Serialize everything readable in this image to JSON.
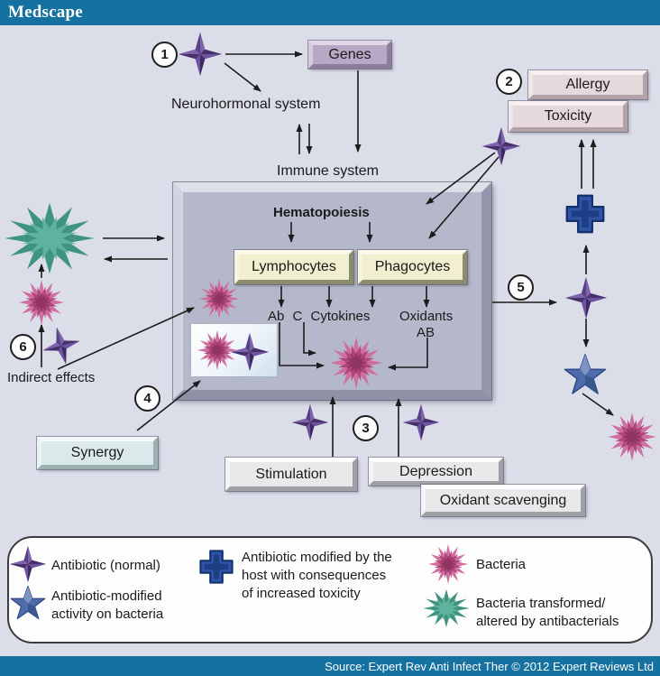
{
  "header": {
    "brand": "Medscape"
  },
  "footer": {
    "source": "Source: Expert Rev Anti Infect Ther © 2012 Expert Reviews Ltd"
  },
  "diagram": {
    "step_markers": {
      "1": "1",
      "2": "2",
      "3": "3",
      "4": "4",
      "5": "5",
      "6": "6"
    },
    "boxes": {
      "genes": "Genes",
      "allergy": "Allergy",
      "toxicity": "Toxicity",
      "lymphocytes": "Lymphocytes",
      "phagocytes": "Phagocytes",
      "synergy": "Synergy",
      "stimulation": "Stimulation",
      "depression": "Depression",
      "oxidant_scavenging": "Oxidant scavenging"
    },
    "labels": {
      "neurohormonal_system": "Neurohormonal system",
      "immune_system": "Immune system",
      "hematopoiesis": "Hematopoiesis",
      "ab_c_cytokines": "Ab C Cytokines",
      "oxidants": "Oxidants",
      "oxidants_ab": "AB",
      "indirect_effects": "Indirect effects"
    }
  },
  "legend": {
    "items": [
      {
        "icon": "antibiotic-normal-star-icon",
        "label": "Antibiotic (normal)"
      },
      {
        "icon": "antibiotic-modified-star-icon",
        "label": "Antibiotic-modified\nactivity on bacteria"
      },
      {
        "icon": "antibiotic-host-modified-cross-icon",
        "label": "Antibiotic modified by the\nhost with consequences\nof increased toxicity"
      },
      {
        "icon": "bacteria-icon",
        "label": "Bacteria"
      },
      {
        "icon": "bacteria-transformed-icon",
        "label": "Bacteria transformed/\naltered by antibacterials"
      }
    ]
  },
  "colors": {
    "bar_teal": "#15719f",
    "background": "#dbdde9",
    "antibiotic_purple": "#5e4590",
    "antibiotic_modified_blue": "#4f6bab",
    "host_cross_blue": "#2e55a5",
    "bacteria_pink": "#c25584",
    "bacteria_transformed_teal": "#4d9f8b"
  }
}
